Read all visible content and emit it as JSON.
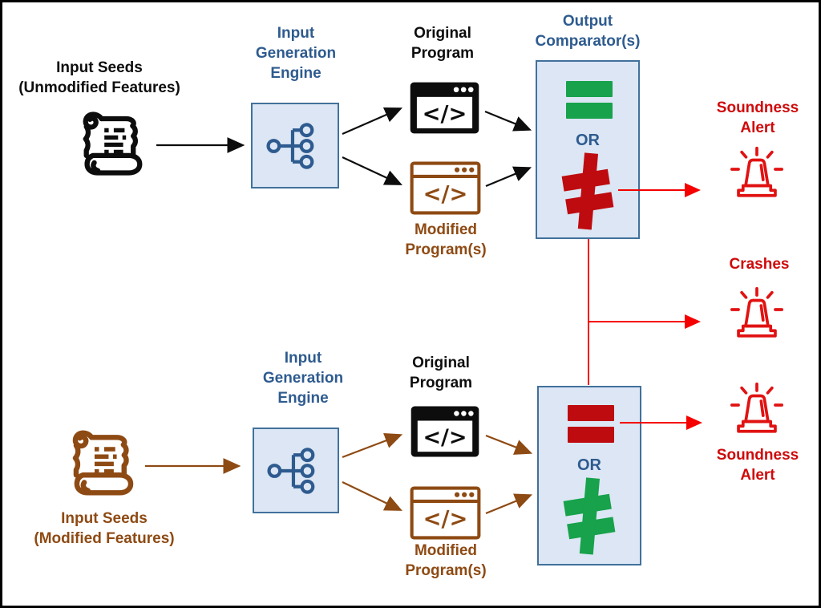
{
  "colors": {
    "blue_text": "#2E5B8F",
    "box_fill": "#DCE6F4",
    "box_border": "#41719C",
    "black": "#0D0D0D",
    "brown": "#8E4A13",
    "red_label": "#CF0A0A",
    "red_icon": "#E11212",
    "red_line": "#F50000",
    "equals_green": "#17A24B",
    "not_equals_dark_red": "#BE0B10"
  },
  "top_flow": {
    "input_seeds": {
      "line1": "Input Seeds",
      "line2": "(Unmodified Features)",
      "icon": "scroll-icon"
    },
    "generation_engine": {
      "line1": "Input",
      "line2": "Generation",
      "line3": "Engine",
      "icon": "hierarchy-tree-icon"
    },
    "original_program": {
      "line1": "Original",
      "line2": "Program",
      "icon": "code-window-icon"
    },
    "modified_program": {
      "line1": "Modified",
      "line2": "Program(s)",
      "icon": "code-window-icon"
    },
    "output_comparator": {
      "title_line1": "Output",
      "title_line2": "Comparator(s)",
      "or_label": "OR",
      "equal_icon": "equals-icon-green",
      "not_equal_icon": "not-equals-icon-red"
    },
    "soundness_alert": {
      "line1": "Soundness",
      "line2": "Alert",
      "icon": "siren-icon"
    }
  },
  "crashes": {
    "label": "Crashes",
    "icon": "siren-icon"
  },
  "bottom_flow": {
    "input_seeds": {
      "line1": "Input Seeds",
      "line2": "(Modified Features)",
      "icon": "scroll-icon"
    },
    "generation_engine": {
      "line1": "Input",
      "line2": "Generation",
      "line3": "Engine",
      "icon": "hierarchy-tree-icon"
    },
    "original_program": {
      "line1": "Original",
      "line2": "Program",
      "icon": "code-window-icon"
    },
    "modified_program": {
      "line1": "Modified",
      "line2": "Program(s)",
      "icon": "code-window-icon"
    },
    "output_comparator": {
      "or_label": "OR",
      "equal_icon": "equals-icon-red",
      "not_equal_icon": "not-equals-icon-green"
    },
    "soundness_alert": {
      "line1": "Soundness",
      "line2": "Alert",
      "icon": "siren-icon"
    }
  }
}
